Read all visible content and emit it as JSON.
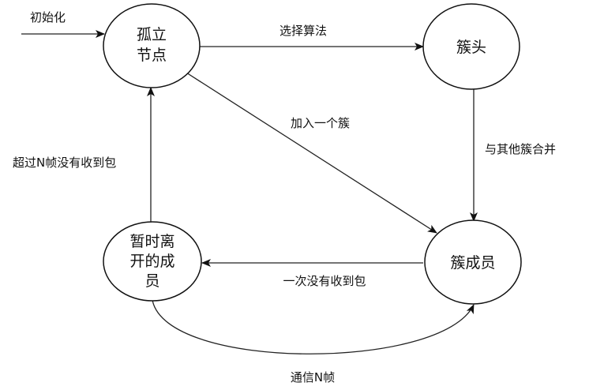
{
  "nodes": {
    "isolated": {
      "line1": "孤立",
      "line2": "节点"
    },
    "cluster_head": {
      "label": "簇头"
    },
    "cluster_member": {
      "label": "簇成员"
    },
    "temp_leave": {
      "line1": "暂时离",
      "line2": "开的成",
      "line3": "员"
    }
  },
  "edges": {
    "init": "初始化",
    "select_algorithm": "选择算法",
    "join_cluster": "加入一个簇",
    "merge_clusters": "与其他簇合并",
    "no_packet_once": "一次没有收到包",
    "no_packet_n_frames": "超过N帧没有收到包",
    "communicate_n_frames": "通信N帧"
  }
}
